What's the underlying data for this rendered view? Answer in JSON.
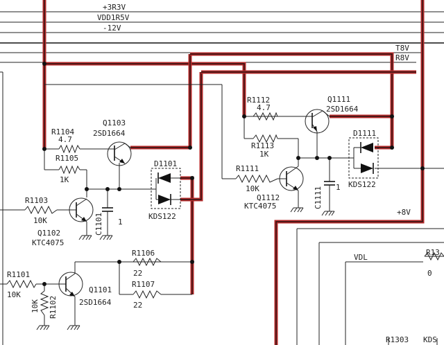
{
  "nets": {
    "p3r3v": "+3R3V",
    "vdd1r5v": "VDD1R5V",
    "m12v": "-12V",
    "t8v": "T8V",
    "r8v": "R8V",
    "p8v": "+8V",
    "vdl": "VDL"
  },
  "components": {
    "r1104": {
      "ref": "R1104",
      "value": "4.7"
    },
    "r1105": {
      "ref": "R1105",
      "value": "1K"
    },
    "r1103": {
      "ref": "R1103",
      "value": "10K"
    },
    "r1101": {
      "ref": "R1101",
      "value": "10K"
    },
    "r1102": {
      "ref": "R1102",
      "value": "10K"
    },
    "r1106": {
      "ref": "R1106",
      "value": "22"
    },
    "r1107": {
      "ref": "R1107",
      "value": "22"
    },
    "r1112": {
      "ref": "R1112",
      "value": "4.7"
    },
    "r1113": {
      "ref": "R1113",
      "value": "1K"
    },
    "r1111": {
      "ref": "R1111",
      "value": "10K"
    },
    "q1103": {
      "ref": "Q1103",
      "value": "2SD1664"
    },
    "q1102": {
      "ref": "Q1102",
      "value": "KTC4075"
    },
    "q1101": {
      "ref": "Q1101",
      "value": "2SD1664"
    },
    "q1111": {
      "ref": "Q1111",
      "value": "2SD1664"
    },
    "q1112": {
      "ref": "Q1112",
      "value": "KTC4075"
    },
    "c1101": {
      "ref": "C1101",
      "value": "1"
    },
    "c1111": {
      "ref": "C1111",
      "value": "1"
    },
    "d1101": {
      "ref": "D1101",
      "value": "KDS122"
    },
    "d1111": {
      "ref": "D1111",
      "value": "KDS122"
    },
    "r13xx": {
      "ref": "R13",
      "value": "0"
    },
    "r1303": {
      "ref": "R1303"
    },
    "kds_partial": {
      "ref": "KDS"
    }
  },
  "colors": {
    "highlight": "#b42a2a",
    "wire": "#222222"
  }
}
